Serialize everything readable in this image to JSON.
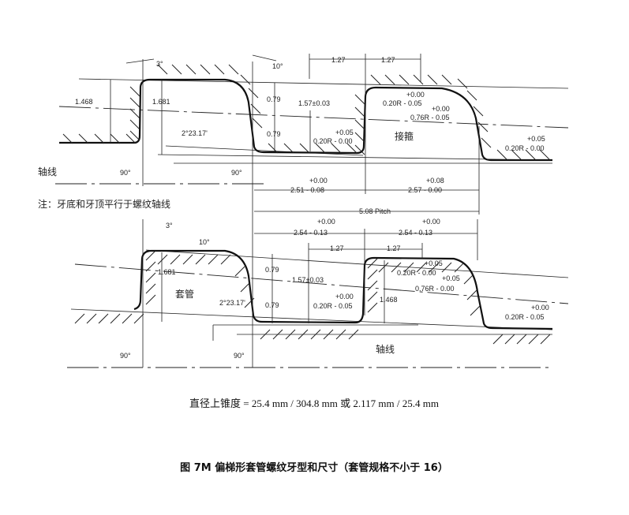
{
  "top_profile": {
    "angle_3": "3°",
    "angle_10": "10°",
    "dim_127_a": "1.27",
    "dim_127_b": "1.27",
    "dim_1468": "1.468",
    "dim_1681": "1.681",
    "dim_079_a": "0.79",
    "dim_079_b": "0.79",
    "dim_157": "1.57±0.03",
    "taper_angle": "2°23.17'",
    "r_root_left_tol": "+0.05",
    "r_root_left": "0.20R - 0.00",
    "r_crest_tol": "+0.00",
    "r_crest": "0.20R - 0.05",
    "r_076_tol": "+0.00",
    "r_076": "0.76R - 0.05",
    "coupling_label": "接箍",
    "r_root_right_tol": "+0.05",
    "r_root_right": "0.20R - 0.00",
    "axis_label": "轴线",
    "angle_90_a": "90°",
    "angle_90_b": "90°",
    "dim_251_tol": "+0.00",
    "dim_251": "2.51 - 0.08",
    "dim_257_tol": "+0.08",
    "dim_257": "2.57 - 0.00"
  },
  "note": "注：牙底和牙顶平行于螺纹轴线",
  "pitch": "5.08 Pitch",
  "bottom_profile": {
    "angle_3": "3°",
    "dim_254a_tol": "+0.00",
    "dim_254a": "2.54 - 0.13",
    "dim_254b_tol": "+0.00",
    "dim_254b": "2.54 - 0.13",
    "angle_10": "10°",
    "dim_127_a": "1.27",
    "dim_127_b": "1.27",
    "dim_079_a": "0.79",
    "dim_1681": "1.681",
    "dim_157": "1.57±0.03",
    "r_crest_tol": "+0.05",
    "r_crest": "0.20R - 0.00",
    "r_076_tol": "+0.05",
    "r_076": "0.76R - 0.00",
    "pipe_label": "套管",
    "taper_angle": "2°23.17'",
    "dim_079_b": "0.79",
    "r_root_tol": "+0.00",
    "r_root": "0.20R - 0.05",
    "dim_1468": "1.468",
    "r_root_right_tol": "+0.00",
    "r_root_right": "0.20R - 0.05",
    "angle_90_a": "90°",
    "angle_90_b": "90°",
    "axis_label": "轴线"
  },
  "taper_caption": "直径上锥度 = 25.4 mm / 304.8 mm 或 2.117 mm / 25.4 mm",
  "figure_title": "图  7M 偏梯形套管螺纹牙型和尺寸（套管规格不小于 16）"
}
